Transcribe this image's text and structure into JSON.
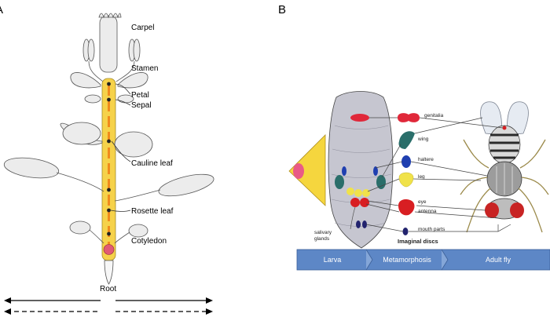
{
  "panel_a": {
    "letter": "A",
    "labels": {
      "carpel": "Carpel",
      "stamen": "Stamen",
      "petal": "Petal",
      "sepal": "Sepal",
      "cauline_leaf": "Cauline leaf",
      "rosette_leaf": "Rosette leaf",
      "cotyledon": "Cotyledon",
      "root": "Root"
    },
    "colors": {
      "stem": "#f6d24a",
      "axis": "#f08a1c",
      "cotyledon_dot": "#e25a73"
    }
  },
  "panel_b": {
    "letter": "B",
    "larva_labels": {
      "salivary_glands_1": "salivary",
      "salivary_glands_2": "glands"
    },
    "disc_labels": {
      "genitalia": "genitalia",
      "wing": "wing",
      "haltere": "haltere",
      "leg": "leg",
      "eye": "eye",
      "antenna": "antenna",
      "mouth_parts": "mouth parts"
    },
    "imaginal_discs": "Imaginal discs",
    "stages": [
      "Larva",
      "Metamorphosis",
      "Adult fly"
    ],
    "colors": {
      "genitalia": "#e0283a",
      "wing": "#2a6e6a",
      "haltere": "#1f3fb0",
      "leg": "#f0e24a",
      "eye": "#d81e22",
      "mouth_parts": "#22236e",
      "stage_bar": "#5d87c6",
      "cone": "#f5d63e",
      "cone_dot": "#e95a86"
    }
  }
}
